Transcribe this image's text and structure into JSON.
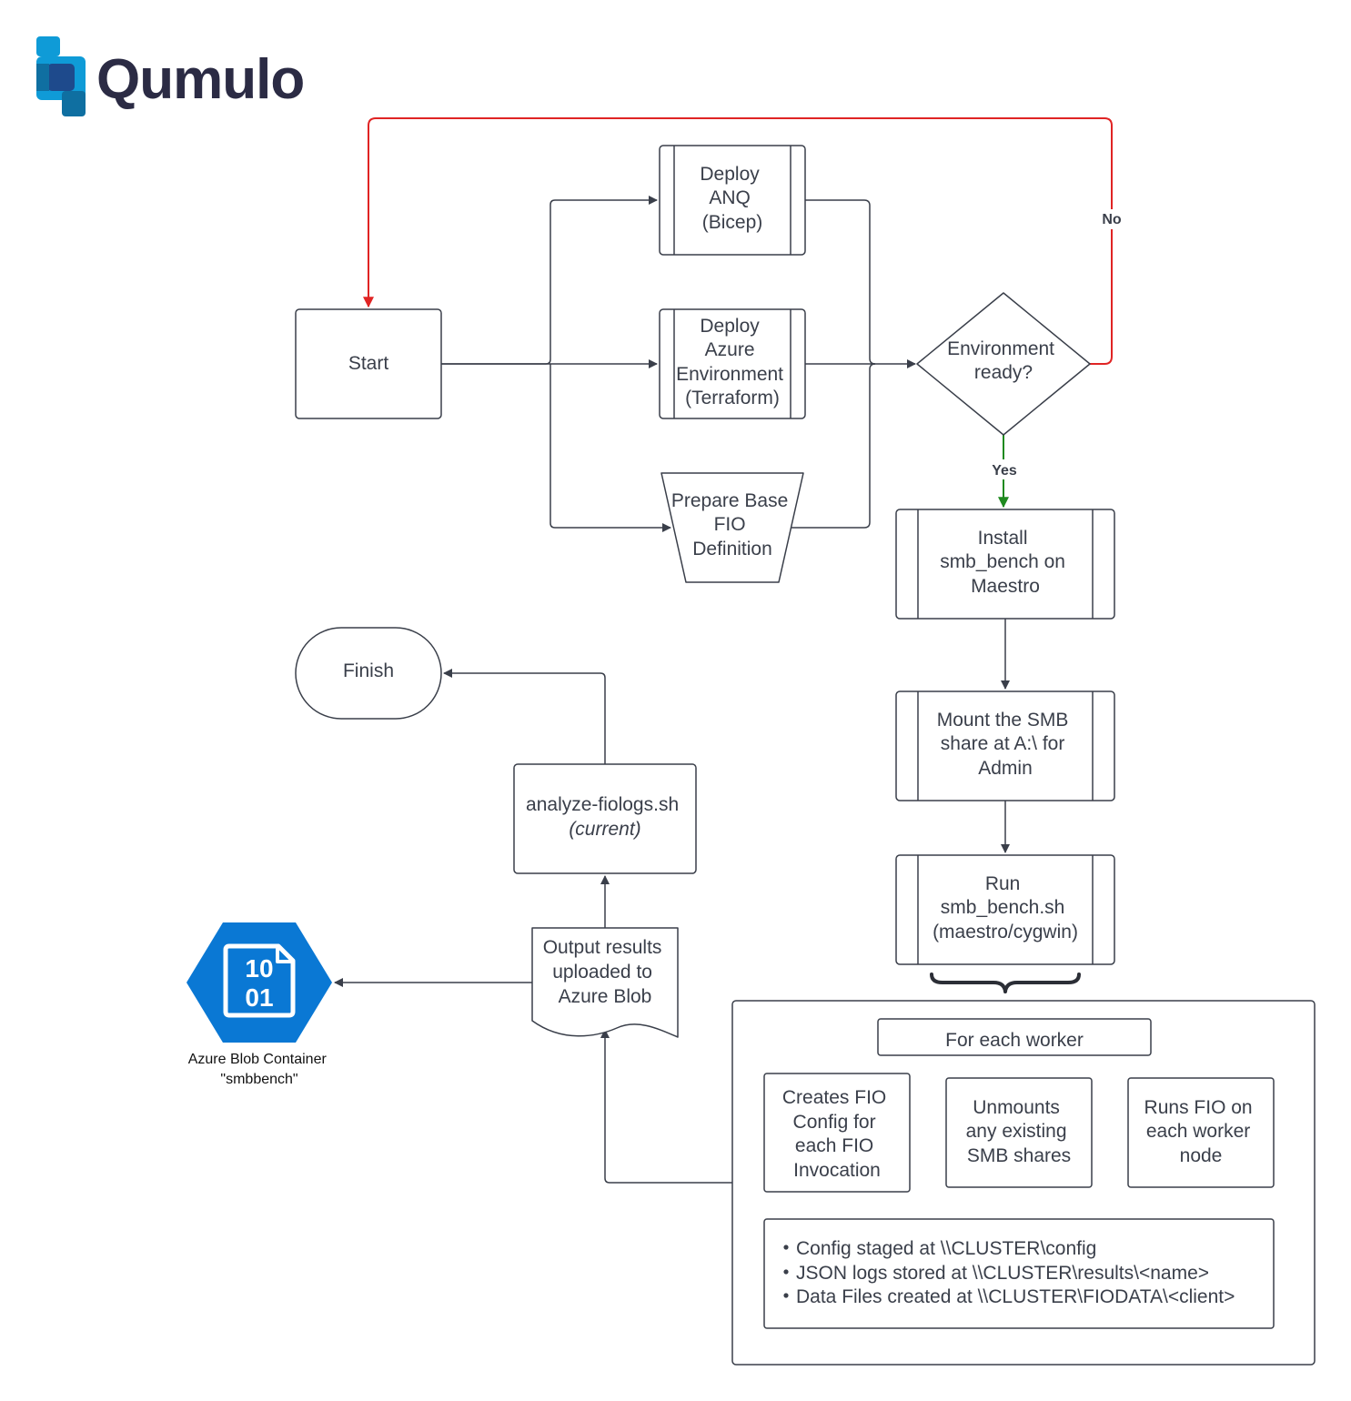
{
  "brand": {
    "name": "Qumulo",
    "color_primary": "#0f9bd7",
    "color_secondary": "#0f6fa1",
    "color_dark": "#1e4a8c",
    "color_text": "#2b2b44"
  },
  "colors": {
    "stroke": "#3a3f4a",
    "no_branch": "#e02424",
    "yes_branch": "#1f8a1f",
    "azure": "#0a78d4"
  },
  "nodes": {
    "start": {
      "label": "Start"
    },
    "deploy_anq": {
      "lines": [
        "Deploy",
        "ANQ",
        "(Bicep)"
      ]
    },
    "deploy_azure": {
      "lines": [
        "Deploy",
        "Azure",
        "Environment",
        "(Terraform)"
      ]
    },
    "prepare_fio": {
      "lines": [
        "Prepare Base",
        "FIO",
        "Definition"
      ]
    },
    "env_ready": {
      "lines": [
        "Environment",
        "ready?"
      ]
    },
    "install": {
      "lines": [
        "Install",
        "smb_bench on",
        "Maestro"
      ]
    },
    "mount": {
      "lines": [
        "Mount the SMB",
        "share at A:\\ for",
        "Admin"
      ]
    },
    "run": {
      "lines": [
        "Run",
        "smb_bench.sh",
        "(maestro/cygwin)"
      ]
    },
    "finish": {
      "label": "Finish"
    },
    "analyze": {
      "lines": [
        "analyze-fiologs.sh",
        "(current)"
      ]
    },
    "output": {
      "lines": [
        "Output results",
        "uploaded to",
        "Azure Blob"
      ]
    },
    "for_each_worker": {
      "label": "For each worker"
    },
    "creates_fio": {
      "lines": [
        "Creates FIO",
        "Config for",
        "each FIO",
        "Invocation"
      ]
    },
    "unmounts": {
      "lines": [
        "Unmounts",
        "any existing",
        "SMB shares"
      ]
    },
    "runs_fio": {
      "lines": [
        "Runs FIO on",
        "each worker",
        "node"
      ]
    },
    "notes": {
      "bullets": [
        "Config staged at \\\\CLUSTER\\config",
        "JSON logs stored at \\\\CLUSTER\\results\\<name>",
        "Data Files created at \\\\CLUSTER\\FIODATA\\<client>"
      ]
    },
    "blob_container": {
      "icon_lines": [
        "10",
        "01"
      ],
      "caption_lines": [
        "Azure Blob Container",
        "\"smbbench\""
      ]
    }
  },
  "edge_labels": {
    "no": "No",
    "yes": "Yes"
  }
}
